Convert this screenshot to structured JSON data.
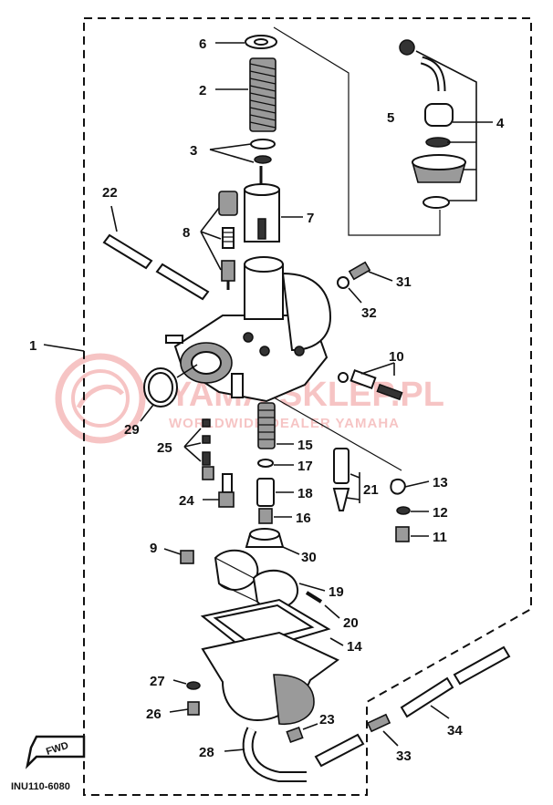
{
  "callouts": [
    "1",
    "2",
    "3",
    "4",
    "5",
    "6",
    "7",
    "8",
    "9",
    "10",
    "11",
    "12",
    "13",
    "14",
    "15",
    "16",
    "17",
    "18",
    "19",
    "20",
    "21",
    "22",
    "23",
    "24",
    "25",
    "26",
    "27",
    "28",
    "29",
    "30",
    "31",
    "32",
    "33",
    "34"
  ],
  "diagram_code": "INU110-6080",
  "fwd_tag": "FWD",
  "watermark": {
    "brand": "YAMA-SKLEP.PL",
    "tagline": "WORLDWIDE DEALER YAMAHA",
    "color": "#e85a5a"
  }
}
